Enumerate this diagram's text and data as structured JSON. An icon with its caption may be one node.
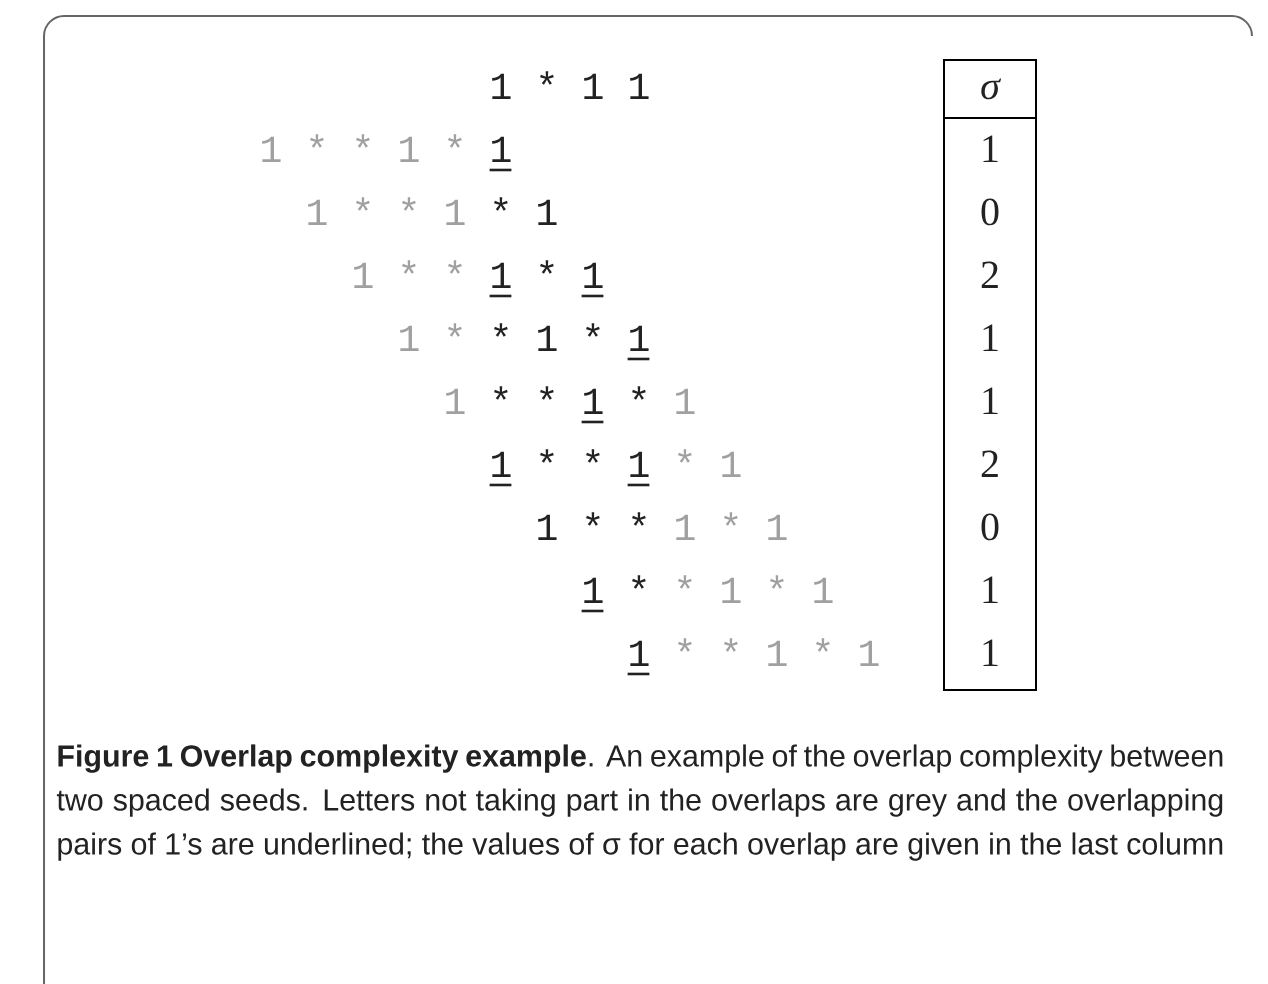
{
  "diagram": {
    "caption": "**Figure 1 Overlap complexity example**. An example of the overlap complexity between two spaced seeds. Letters not taking part in the overlaps are grey and the overlapping pairs of 1’s are underlined; the values of σ for each overlap are given in the last column",
    "labels": [
      "1 * 1 1",
      "1 * * 1 *",
      "1",
      "1 * * 1",
      "* 1",
      "1 * *",
      "1 * 1",
      "1 *",
      "* 1 * 1",
      "1",
      "* * 1 *",
      "1",
      "1 * * 1",
      "* 1",
      "1 * *",
      "1 * 1",
      "1 *",
      "* 1 * 1",
      "1",
      "* * 1 * 1",
      "σ",
      "1",
      "0",
      "2",
      "1",
      "1",
      "2",
      "0",
      "1",
      "1"
    ]
  }
}
